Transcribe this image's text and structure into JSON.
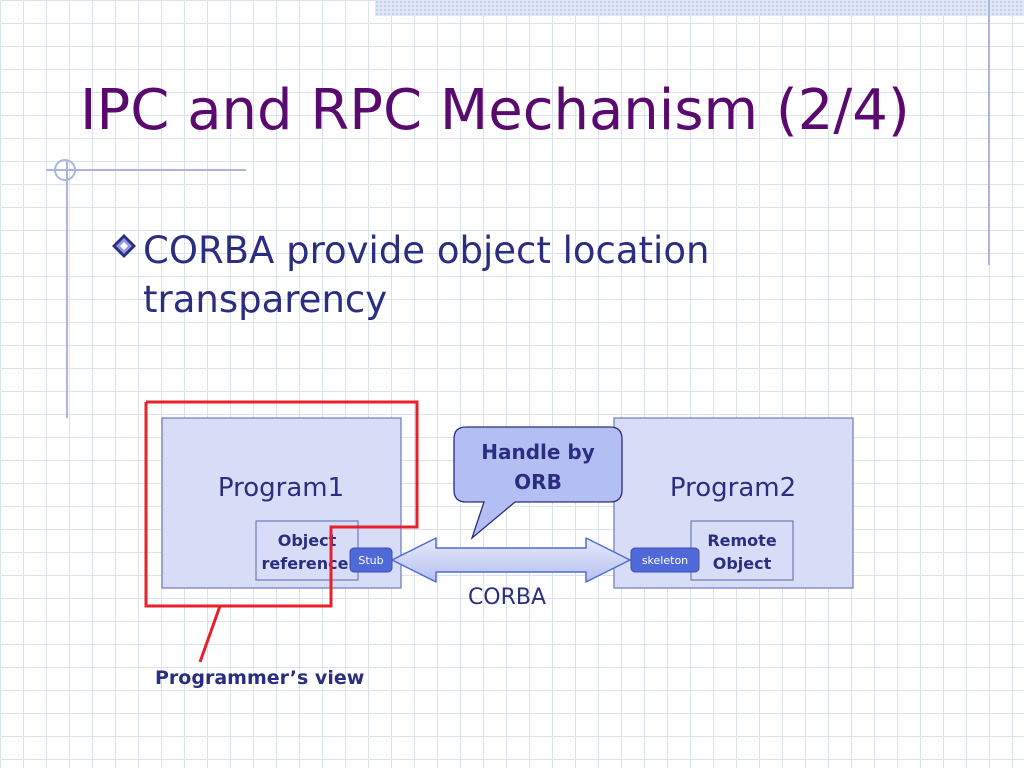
{
  "slide": {
    "title": "IPC and RPC Mechanism (2/4)",
    "bullet": "CORBA provide object location transparency"
  },
  "diagram": {
    "program1_label": "Program1",
    "program2_label": "Program2",
    "object_reference_line1": "Object",
    "object_reference_line2": "reference",
    "remote_object_line1": "Remote",
    "remote_object_line2": "Object",
    "stub_label": "Stub",
    "skeleton_label": "skeleton",
    "callout_line1": "Handle by",
    "callout_line2": "ORB",
    "corba_label": "CORBA",
    "programmers_view_label": "Programmer’s view"
  },
  "colors": {
    "title": "#5a0a6e",
    "body_text": "#2b2e80",
    "program_box_fill": "#d7ddf7",
    "program_box_stroke": "#6d7ab8",
    "stub_fill": "#4f6ad8",
    "callout_fill": "#b3bff2",
    "highlight_red": "#e8202a"
  }
}
